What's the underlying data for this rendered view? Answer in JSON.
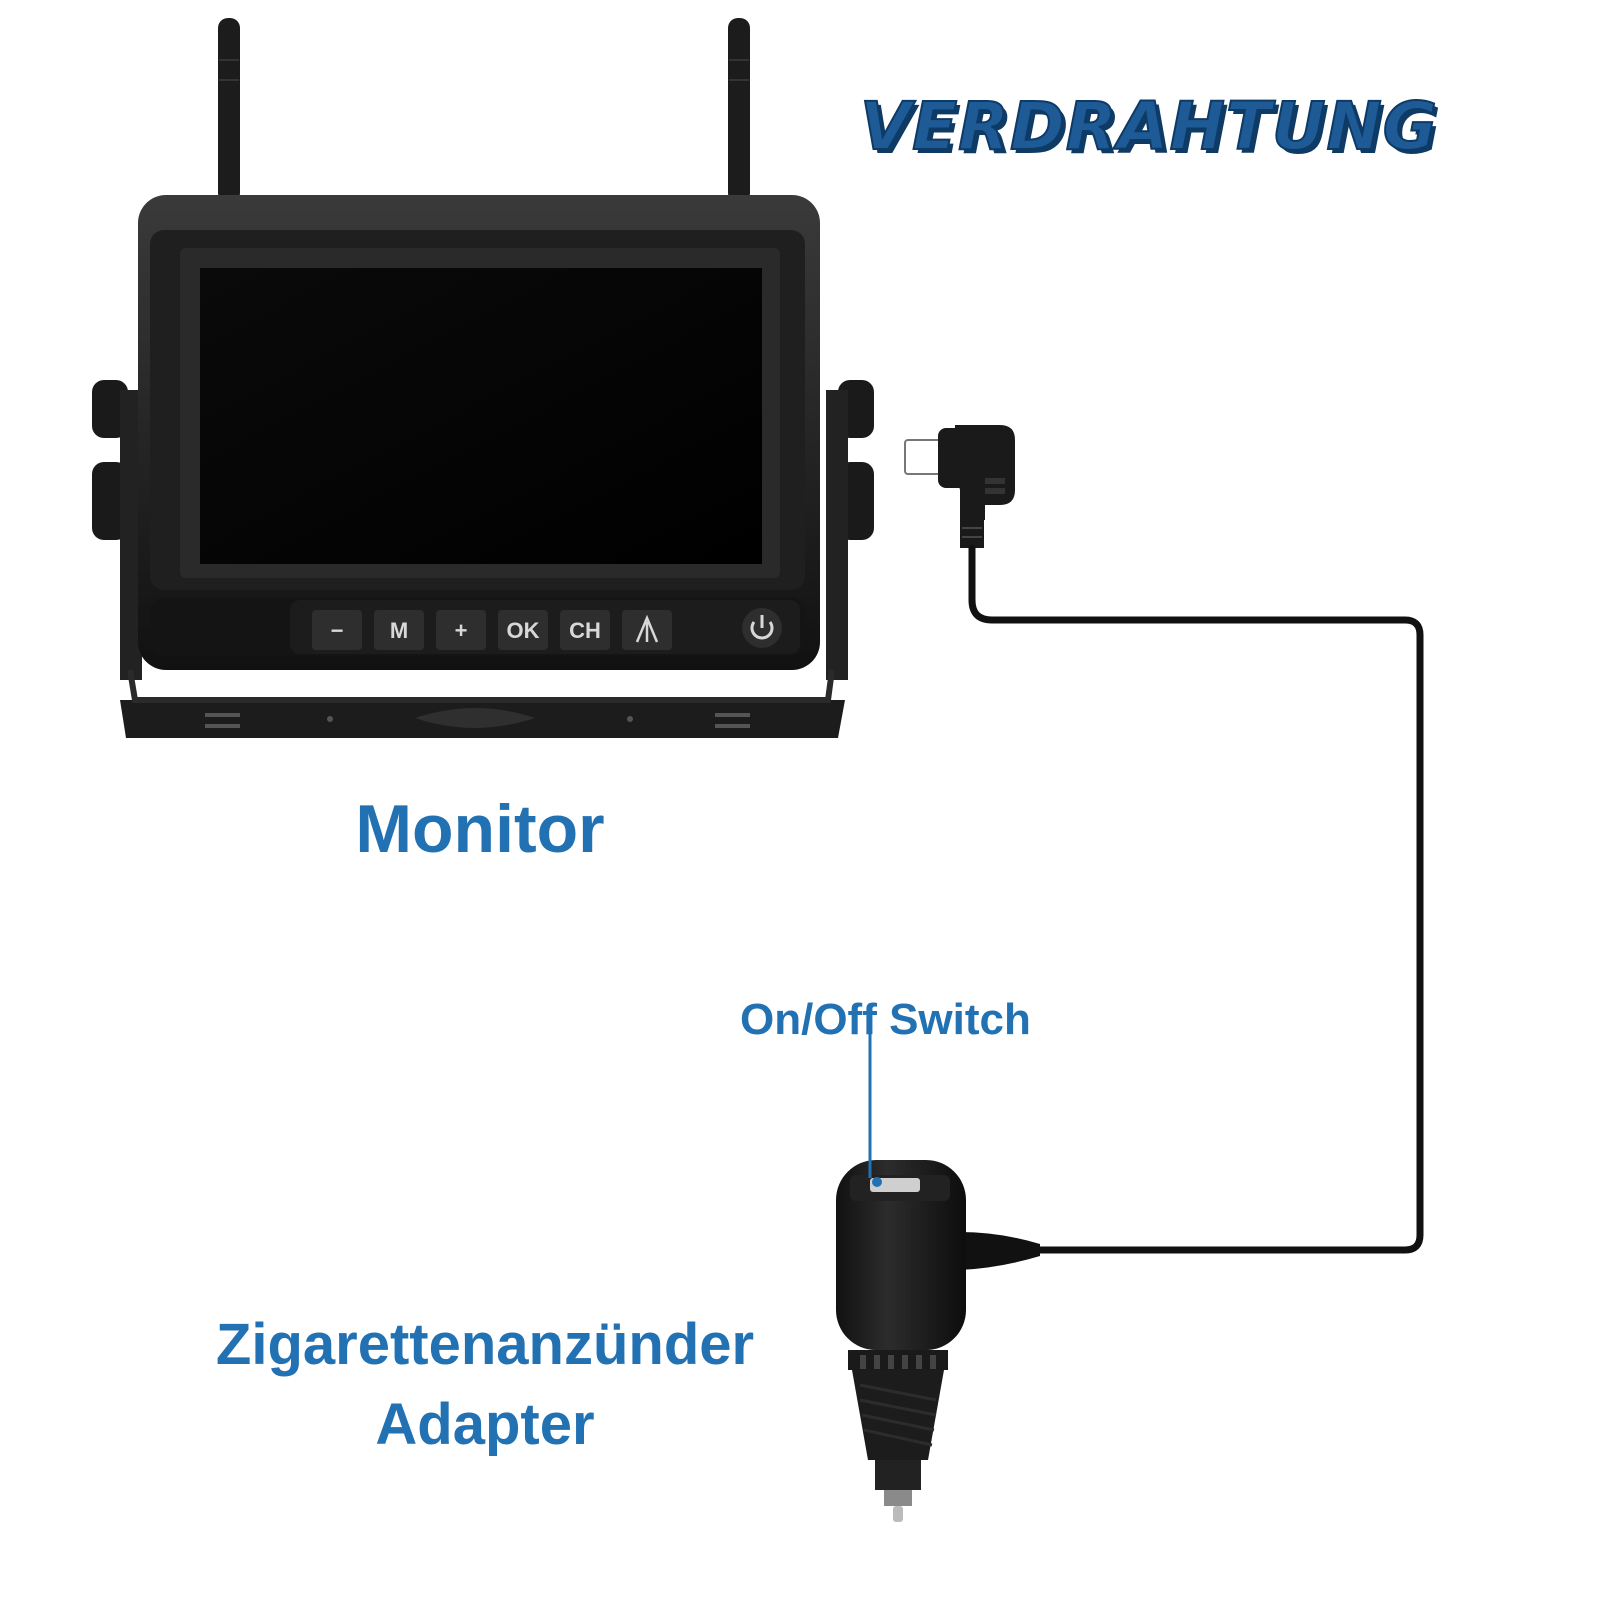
{
  "heading": "VERDRAHTUNG",
  "labels": {
    "monitor": "Monitor",
    "switch": "On/Off Switch",
    "adapter_line1": "Zigarettenanzünder",
    "adapter_line2": "Adapter"
  },
  "monitor_buttons": [
    "−",
    "M",
    "+",
    "OK",
    "CH"
  ],
  "colors": {
    "label_blue": "#2271b3",
    "heading_blue": "#1e5a96",
    "device_black": "#1a1a1a"
  },
  "icons": [
    "antenna-icon",
    "power-icon",
    "mirror-icon",
    "usb-plug-icon",
    "car-adapter-icon"
  ]
}
